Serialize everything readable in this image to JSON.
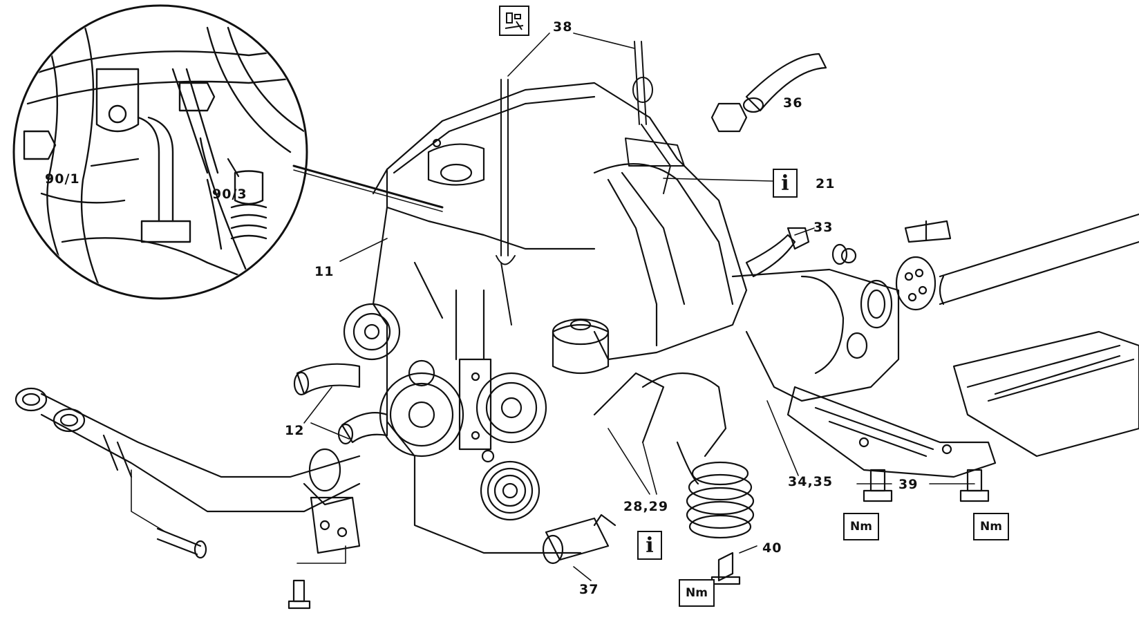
{
  "diagram": {
    "labels": {
      "l38": "38",
      "l36": "36",
      "l21": "21",
      "l33": "33",
      "l11": "11",
      "l12": "12",
      "l90_1": "90/1",
      "l90_3": "90/3",
      "l28_29": "28,29",
      "l34_35": "34,35",
      "l39": "39",
      "l40": "40",
      "l37": "37"
    },
    "symbols": {
      "info": "i",
      "nm": "Nm"
    },
    "colors": {
      "line": "#111111",
      "background": "#ffffff"
    }
  }
}
